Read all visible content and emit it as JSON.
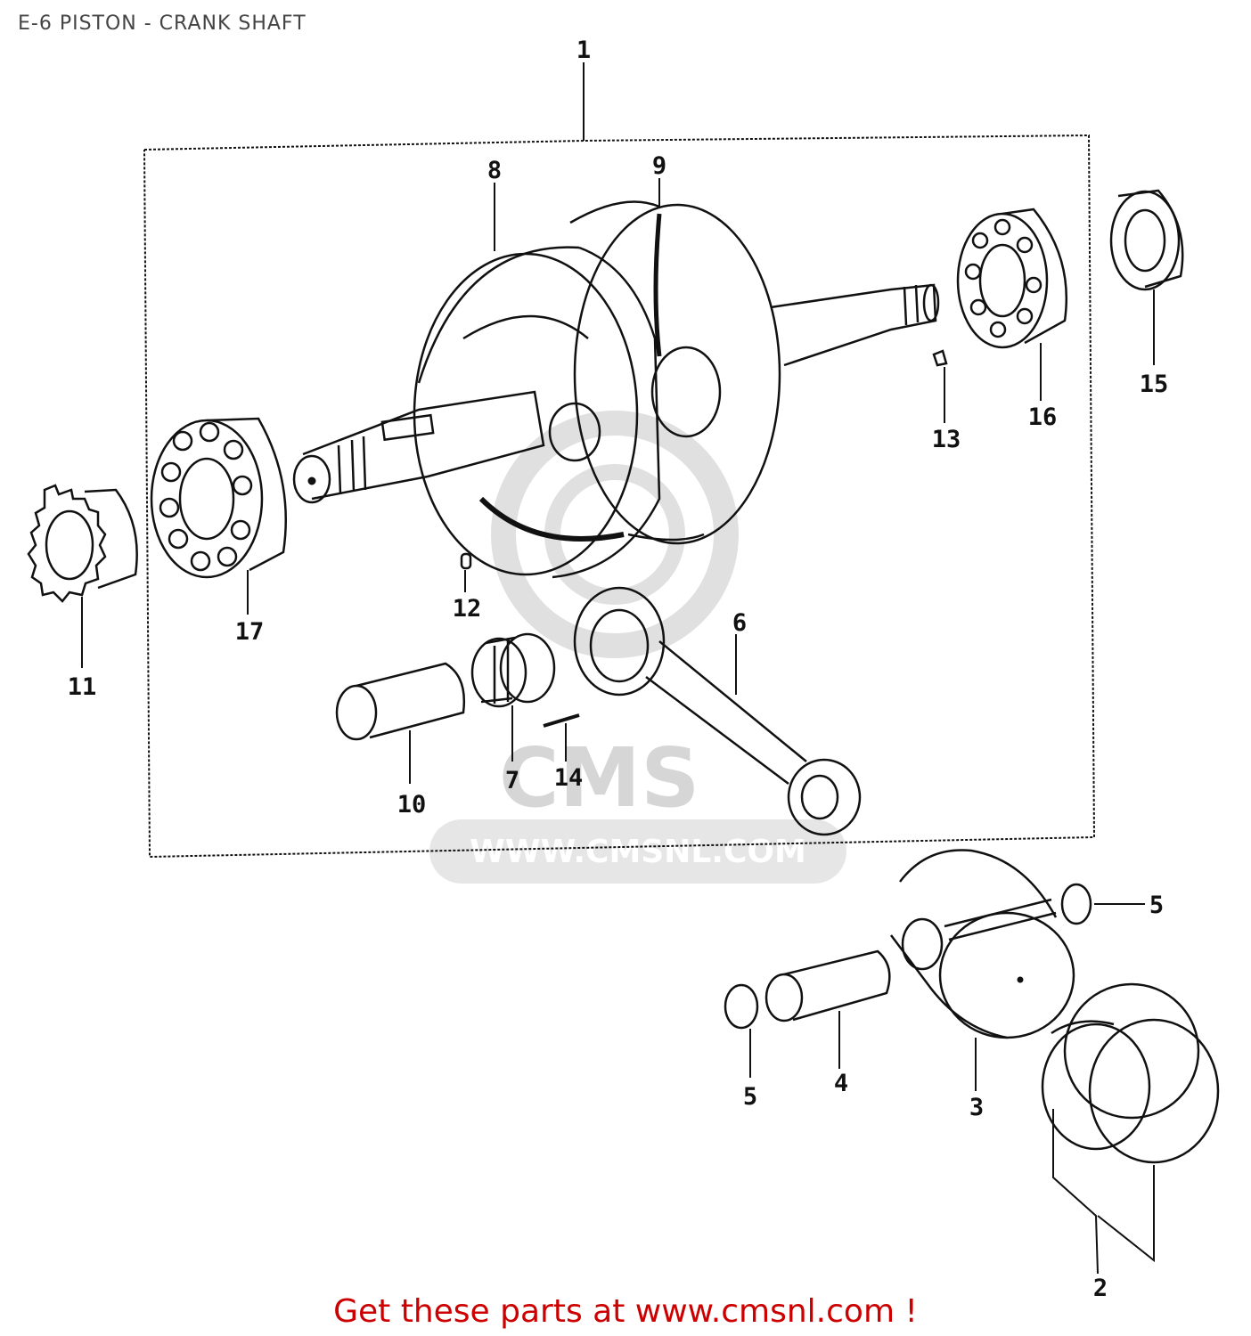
{
  "title": "E-6 PISTON - CRANK SHAFT",
  "footer": "Get these parts at www.cmsnl.com !",
  "watermark": {
    "logo": "CMS",
    "url": "WWW.CMSNL.COM"
  },
  "colors": {
    "footer": "#cc0000",
    "title": "#444444",
    "watermark": "#d6d6d6"
  },
  "callouts": [
    {
      "id": "1",
      "label": "1"
    },
    {
      "id": "2",
      "label": "2"
    },
    {
      "id": "3",
      "label": "3"
    },
    {
      "id": "4",
      "label": "4"
    },
    {
      "id": "5a",
      "label": "5"
    },
    {
      "id": "5b",
      "label": "5"
    },
    {
      "id": "6",
      "label": "6"
    },
    {
      "id": "7",
      "label": "7"
    },
    {
      "id": "8",
      "label": "8"
    },
    {
      "id": "9",
      "label": "9"
    },
    {
      "id": "10",
      "label": "10"
    },
    {
      "id": "11",
      "label": "11"
    },
    {
      "id": "12",
      "label": "12"
    },
    {
      "id": "13",
      "label": "13"
    },
    {
      "id": "14",
      "label": "14"
    },
    {
      "id": "15",
      "label": "15"
    },
    {
      "id": "16",
      "label": "16"
    },
    {
      "id": "17",
      "label": "17"
    }
  ]
}
